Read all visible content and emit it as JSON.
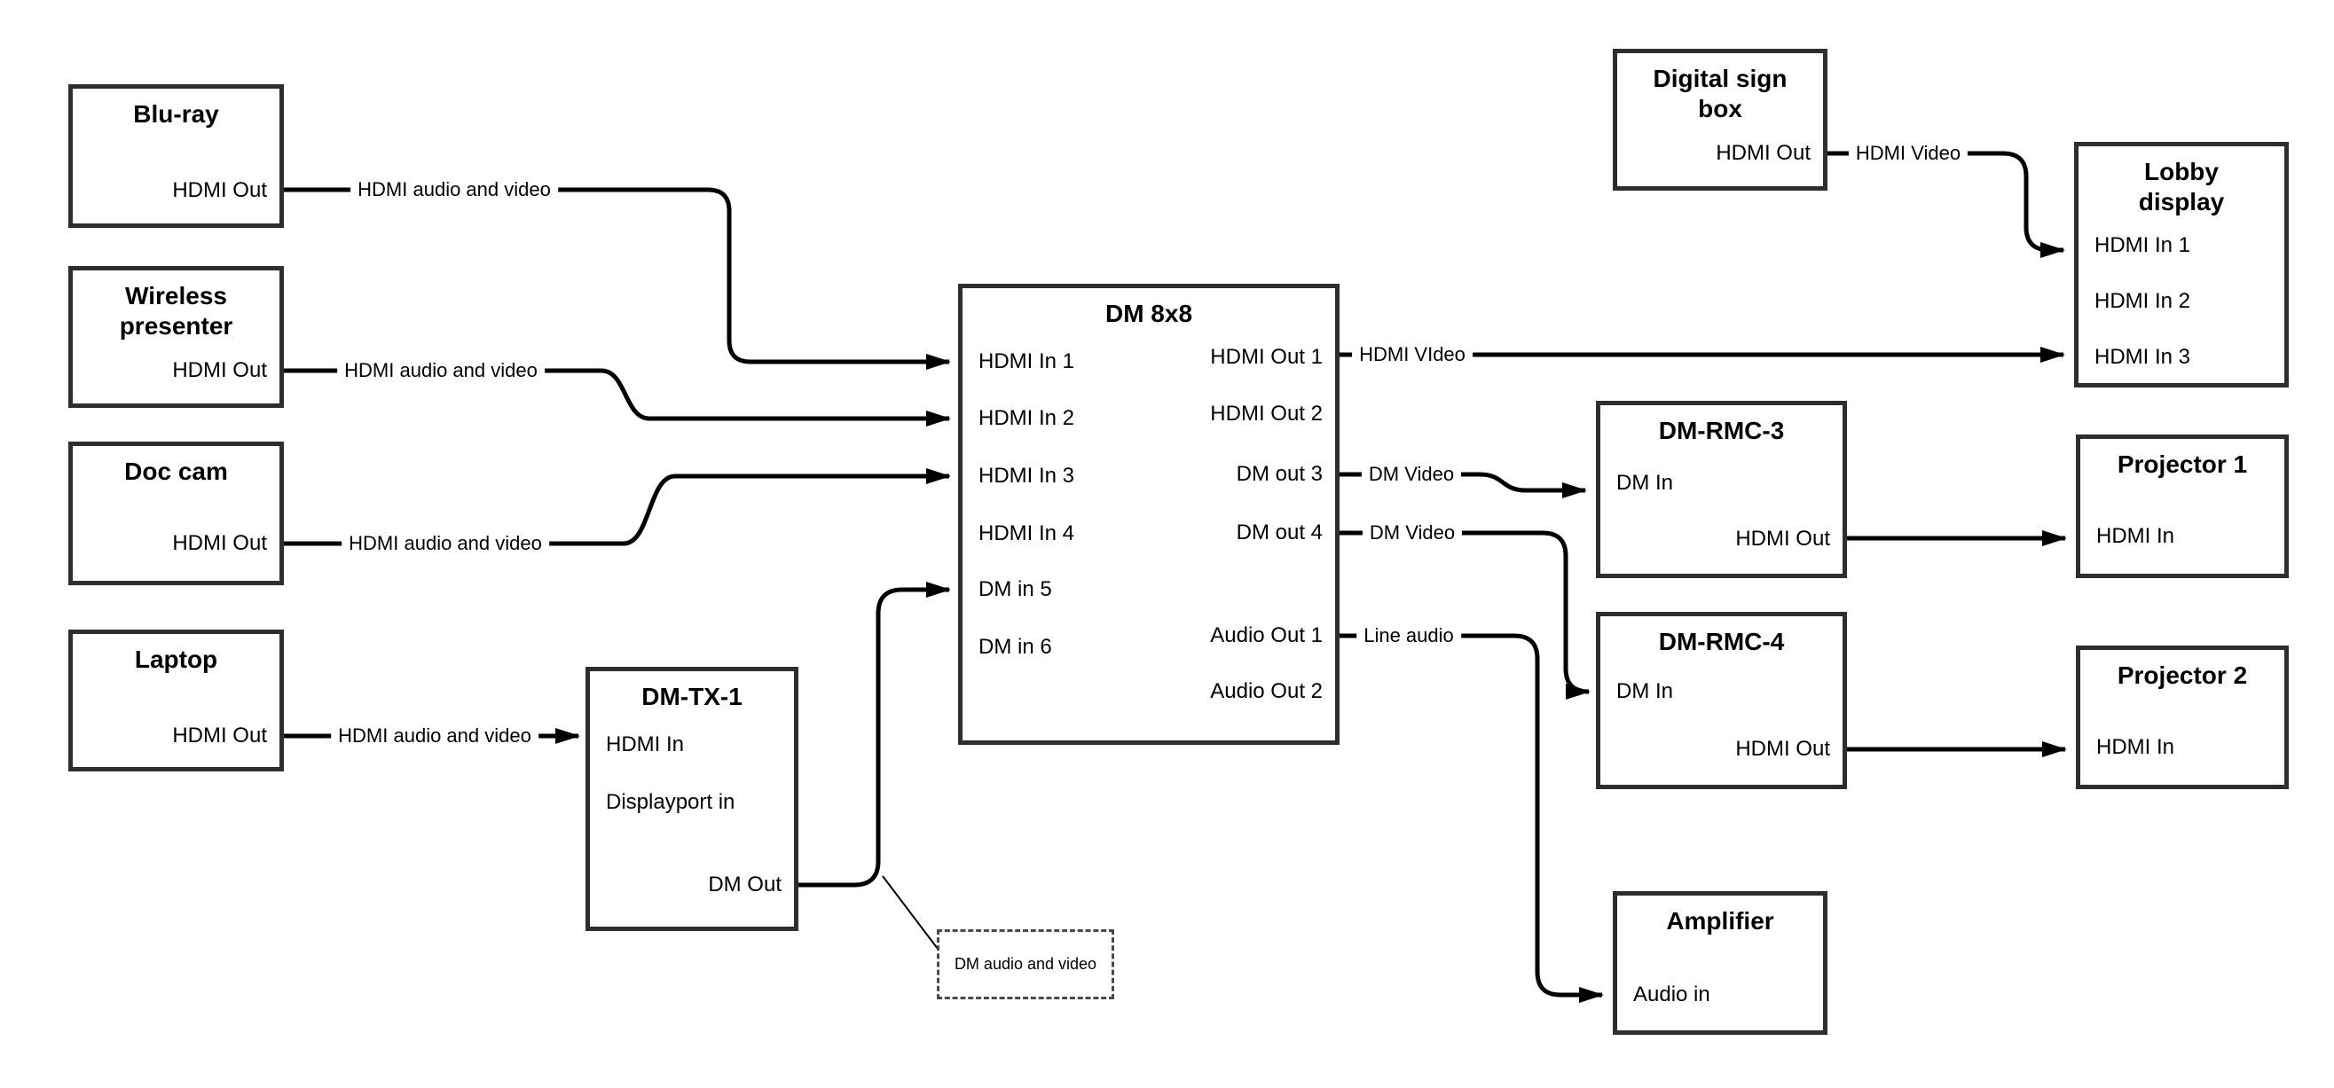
{
  "nodes": {
    "bluray": {
      "title": "Blu-ray",
      "ports": {
        "hdmi_out": "HDMI Out"
      }
    },
    "wireless": {
      "title": "Wireless presenter",
      "ports": {
        "hdmi_out": "HDMI Out"
      }
    },
    "doc_cam": {
      "title": "Doc cam",
      "ports": {
        "hdmi_out": "HDMI Out"
      }
    },
    "laptop": {
      "title": "Laptop",
      "ports": {
        "hdmi_out": "HDMI Out"
      }
    },
    "dm_tx_1": {
      "title": "DM-TX-1",
      "ports": {
        "hdmi_in": "HDMI In",
        "displayport_in": "Displayport in",
        "dm_out": "DM Out"
      }
    },
    "dm_8x8": {
      "title": "DM 8x8",
      "ports": {
        "hdmi_in_1": "HDMI In 1",
        "hdmi_in_2": "HDMI In 2",
        "hdmi_in_3": "HDMI In 3",
        "hdmi_in_4": "HDMI In 4",
        "dm_in_5": "DM in 5",
        "dm_in_6": "DM in 6",
        "hdmi_out_1": "HDMI Out 1",
        "hdmi_out_2": "HDMI Out 2",
        "dm_out_3": "DM out 3",
        "dm_out_4": "DM out 4",
        "audio_out_1": "Audio Out 1",
        "audio_out_2": "Audio Out 2"
      }
    },
    "digital_sign_box": {
      "title": "Digital sign box",
      "ports": {
        "hdmi_out": "HDMI Out"
      }
    },
    "lobby_display": {
      "title": "Lobby display",
      "ports": {
        "hdmi_in_1": "HDMI In 1",
        "hdmi_in_2": "HDMI In 2",
        "hdmi_in_3": "HDMI In 3"
      }
    },
    "dm_rmc_3": {
      "title": "DM-RMC-3",
      "ports": {
        "dm_in": "DM In",
        "hdmi_out": "HDMI Out"
      }
    },
    "projector_1": {
      "title": "Projector 1",
      "ports": {
        "hdmi_in": "HDMI In"
      }
    },
    "dm_rmc_4": {
      "title": "DM-RMC-4",
      "ports": {
        "dm_in": "DM In",
        "hdmi_out": "HDMI Out"
      }
    },
    "projector_2": {
      "title": "Projector 2",
      "ports": {
        "hdmi_in": "HDMI In"
      }
    },
    "amplifier": {
      "title": "Amplifier",
      "ports": {
        "audio_in": "Audio in"
      }
    }
  },
  "edges": {
    "bluray_to_dm8x8": {
      "label": "HDMI audio and video"
    },
    "wireless_to_dm8x8": {
      "label": "HDMI audio and video"
    },
    "doccam_to_dm8x8": {
      "label": "HDMI audio and video"
    },
    "laptop_to_dmtx1": {
      "label": "HDMI audio and video"
    },
    "dm8x8_out1_to_lobby": {
      "label": "HDMI VIdeo"
    },
    "signbox_to_lobby": {
      "label": "HDMI Video"
    },
    "dm8x8_out3_to_rmc3": {
      "label": "DM Video"
    },
    "dm8x8_out4_to_rmc4": {
      "label": "DM Video"
    },
    "dm8x8_audio1_to_amp": {
      "label": "Line audio"
    }
  },
  "callout": {
    "text": "DM audio and video"
  },
  "colors": {
    "line": "#000000",
    "border": "#2e2e2e",
    "background": "#ffffff"
  }
}
